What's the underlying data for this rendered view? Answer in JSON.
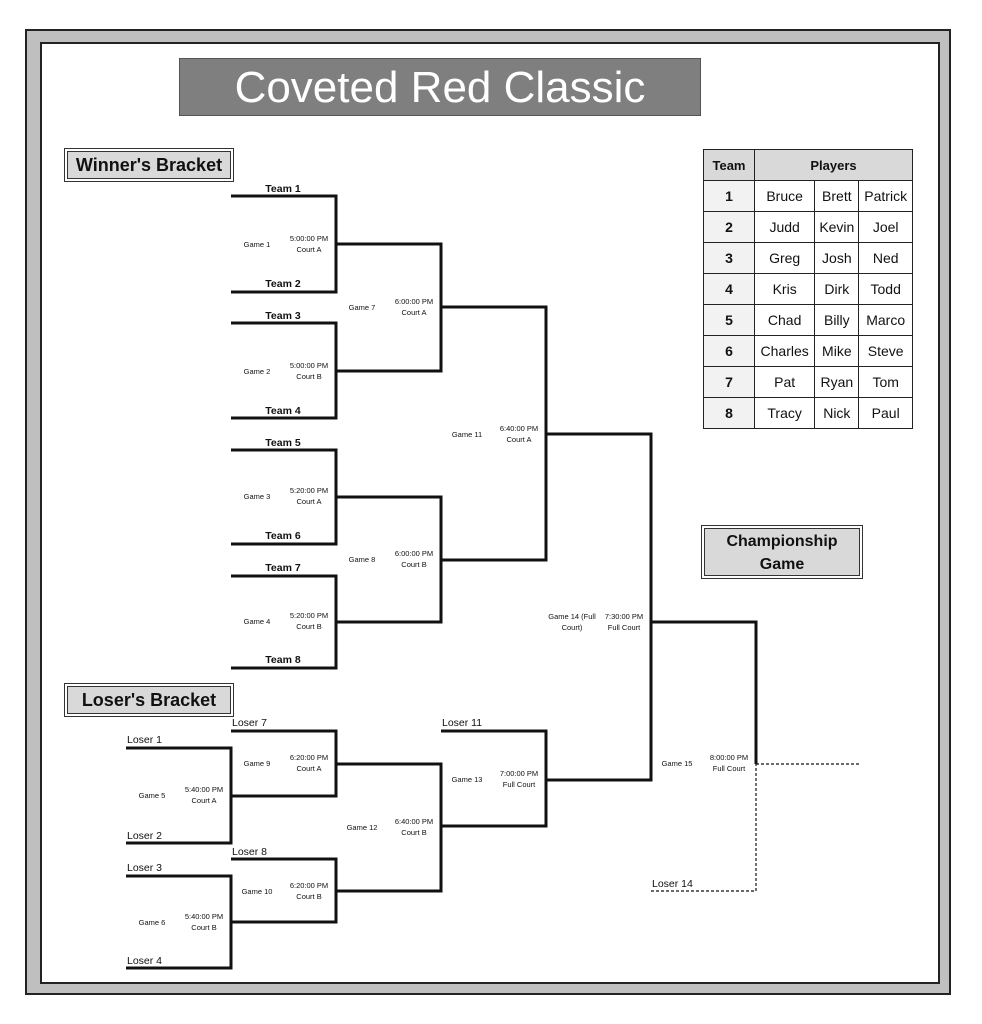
{
  "title": "Coveted Red Classic",
  "sections": {
    "winners": "Winner's Bracket",
    "losers": "Loser's Bracket",
    "championship": "Championship Game"
  },
  "players_table": {
    "headers": [
      "Team",
      "Players"
    ],
    "rows": [
      {
        "team": "1",
        "players": [
          "Bruce",
          "Brett",
          "Patrick"
        ]
      },
      {
        "team": "2",
        "players": [
          "Judd",
          "Kevin",
          "Joel"
        ]
      },
      {
        "team": "3",
        "players": [
          "Greg",
          "Josh",
          "Ned"
        ]
      },
      {
        "team": "4",
        "players": [
          "Kris",
          "Dirk",
          "Todd"
        ]
      },
      {
        "team": "5",
        "players": [
          "Chad",
          "Billy",
          "Marco"
        ]
      },
      {
        "team": "6",
        "players": [
          "Charles",
          "Mike",
          "Steve"
        ]
      },
      {
        "team": "7",
        "players": [
          "Pat",
          "Ryan",
          "Tom"
        ]
      },
      {
        "team": "8",
        "players": [
          "Tracy",
          "Nick",
          "Paul"
        ]
      }
    ]
  },
  "teams": [
    "Team 1",
    "Team 2",
    "Team 3",
    "Team 4",
    "Team 5",
    "Team 6",
    "Team 7",
    "Team 8"
  ],
  "losers": [
    "Loser 1",
    "Loser 2",
    "Loser 3",
    "Loser 4",
    "Loser 7",
    "Loser 8",
    "Loser 11",
    "Loser 14"
  ],
  "games": {
    "g1": {
      "name": "Game 1",
      "time": "5:00:00 PM",
      "court": "Court A"
    },
    "g2": {
      "name": "Game 2",
      "time": "5:00:00 PM",
      "court": "Court B"
    },
    "g3": {
      "name": "Game 3",
      "time": "5:20:00 PM",
      "court": "Court A"
    },
    "g4": {
      "name": "Game 4",
      "time": "5:20:00 PM",
      "court": "Court B"
    },
    "g5": {
      "name": "Game 5",
      "time": "5:40:00 PM",
      "court": "Court A"
    },
    "g6": {
      "name": "Game 6",
      "time": "5:40:00 PM",
      "court": "Court B"
    },
    "g7": {
      "name": "Game 7",
      "time": "6:00:00 PM",
      "court": "Court A"
    },
    "g8": {
      "name": "Game 8",
      "time": "6:00:00 PM",
      "court": "Court B"
    },
    "g9": {
      "name": "Game 9",
      "time": "6:20:00 PM",
      "court": "Court A"
    },
    "g10": {
      "name": "Game 10",
      "time": "6:20:00 PM",
      "court": "Court B"
    },
    "g11": {
      "name": "Game 11",
      "time": "6:40:00 PM",
      "court": "Court A"
    },
    "g12": {
      "name": "Game 12",
      "time": "6:40:00 PM",
      "court": "Court B"
    },
    "g13": {
      "name": "Game 13",
      "time": "7:00:00 PM",
      "court": "Full Court"
    },
    "g14": {
      "name": "Game 14 (Full",
      "name2": "Court)",
      "time": "7:30:00 PM",
      "court": "Full Court"
    },
    "g15": {
      "name": "Game 15",
      "time": "8:00:00 PM",
      "court": "Full Court"
    }
  }
}
